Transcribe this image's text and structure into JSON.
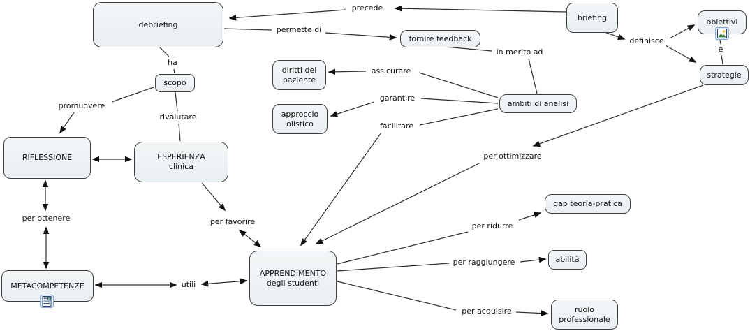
{
  "colors": {
    "background": "#ffffff",
    "node_fill": "#edf2f4",
    "node_border": "#3f3f3f",
    "line_color": "#2e2e2e",
    "arrow_fill": "#111111",
    "text": "#111111",
    "resource_icon_frame": "#89a9d8"
  },
  "nodes": {
    "debriefing": {
      "label": "debriefing"
    },
    "scopo": {
      "label": "scopo"
    },
    "briefing": {
      "label": "briefing"
    },
    "obiettivi": {
      "label": "obiettivi",
      "icon": "image-resource-icon"
    },
    "fornire_feedback": {
      "label": "fornire feedback"
    },
    "diritti_del_paziente": {
      "line1": "diritti del",
      "line2": "paziente"
    },
    "strategie": {
      "label": "strategie"
    },
    "ambiti_di_analisi": {
      "label": "ambiti di analisi"
    },
    "approccio_olistico": {
      "line1": "approccio",
      "line2": "olistico"
    },
    "riflessione": {
      "label": "RIFLESSIONE"
    },
    "esperienza_clinica": {
      "line1": "ESPERIENZA",
      "line2": "clinica"
    },
    "metacompetenze": {
      "label": "METACOMPETENZE",
      "icon": "document-resource-icon"
    },
    "apprendimento": {
      "line1": "APPRENDIMENTO",
      "line2": "degli studenti"
    },
    "gap_teoria_pratica": {
      "label": "gap teoria-pratica"
    },
    "abilita": {
      "label": "abilità"
    },
    "ruolo_professionale": {
      "line1": "ruolo",
      "line2": "professionale"
    }
  },
  "link_labels": {
    "ha": "ha",
    "precede": "precede",
    "permette_di": "permette di",
    "in_merito_ad": "in merito ad",
    "definisce": "definisce",
    "e": "e",
    "assicurare": "assicurare",
    "garantire": "garantire",
    "facilitare": "facilitare",
    "promuovere": "promuovere",
    "rivalutare": "rivalutare",
    "per_ottimizzare": "per ottimizzare",
    "per_ottenere": "per ottenere",
    "per_favorire": "per favorire",
    "per_ridurre": "per ridurre",
    "per_raggiungere": "per raggiungere",
    "utili": "utili",
    "per_acquisire": "per acquisire"
  },
  "connections": [
    {
      "from": "briefing",
      "label": "precede",
      "to": "debriefing"
    },
    {
      "from": "debriefing",
      "label": "permette di",
      "to": "fornire feedback"
    },
    {
      "from": "fornire feedback",
      "label": "in merito ad",
      "to": "ambiti di analisi"
    },
    {
      "from": "debriefing",
      "label": "ha",
      "to": "scopo"
    },
    {
      "from": "briefing",
      "label": "definisce",
      "to": "obiettivi"
    },
    {
      "from": "briefing",
      "label": "definisce",
      "to": "strategie"
    },
    {
      "from": "obiettivi",
      "label": "e",
      "to": "strategie"
    },
    {
      "from": "scopo",
      "label": "promuovere",
      "to": "RIFLESSIONE"
    },
    {
      "from": "scopo",
      "label": "rivalutare",
      "to": "ESPERIENZA clinica"
    },
    {
      "from": "ambiti di analisi",
      "label": "assicurare",
      "to": "diritti del paziente"
    },
    {
      "from": "ambiti di analisi",
      "label": "garantire",
      "to": "approccio olistico"
    },
    {
      "from": "ambiti di analisi",
      "label": "facilitare",
      "to": "APPRENDIMENTO degli studenti"
    },
    {
      "from": "strategie",
      "label": "per ottimizzare",
      "to": "APPRENDIMENTO degli studenti"
    },
    {
      "from": "ESPERIENZA clinica",
      "label": "per favorire",
      "to": "APPRENDIMENTO degli studenti",
      "bidirectional": true
    },
    {
      "from": "RIFLESSIONE",
      "label": "",
      "to": "ESPERIENZA clinica",
      "bidirectional": true
    },
    {
      "from": "RIFLESSIONE",
      "label": "per ottenere",
      "to": "METACOMPETENZE",
      "bidirectional": true
    },
    {
      "from": "METACOMPETENZE",
      "label": "utili",
      "to": "APPRENDIMENTO degli studenti",
      "bidirectional": true
    },
    {
      "from": "APPRENDIMENTO degli studenti",
      "label": "per ridurre",
      "to": "gap teoria-pratica"
    },
    {
      "from": "APPRENDIMENTO degli studenti",
      "label": "per raggiungere",
      "to": "abilità"
    },
    {
      "from": "APPRENDIMENTO degli studenti",
      "label": "per acquisire",
      "to": "ruolo professionale"
    }
  ]
}
